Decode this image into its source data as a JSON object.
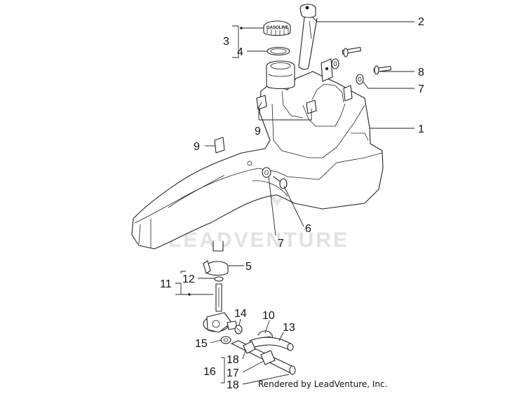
{
  "watermark": "LEADVENTURE",
  "cap_text": "GASOLINE",
  "footer": "Rendered by LeadVenture, Inc.",
  "callouts": {
    "c1": "1",
    "c2": "2",
    "c3": "3",
    "c4": "4",
    "c5": "5",
    "c6": "6",
    "c7a": "7",
    "c7b": "7",
    "c8": "8",
    "c9a": "9",
    "c9b": "9",
    "c10": "10",
    "c11": "11",
    "c12": "12",
    "c13": "13",
    "c14": "14",
    "c15": "15",
    "c16": "16",
    "c17": "17",
    "c18a": "18",
    "c18b": "18"
  }
}
